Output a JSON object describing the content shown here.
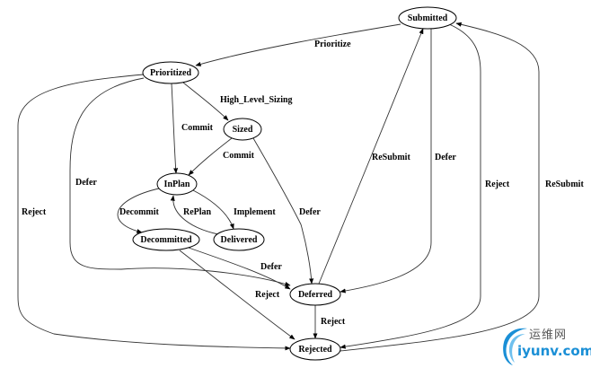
{
  "diagram": {
    "type": "state-transition",
    "nodes": [
      {
        "id": "submitted",
        "label": "Submitted"
      },
      {
        "id": "prioritized",
        "label": "Prioritized"
      },
      {
        "id": "sized",
        "label": "Sized"
      },
      {
        "id": "inplan",
        "label": "InPlan"
      },
      {
        "id": "decommitted",
        "label": "Decommitted"
      },
      {
        "id": "delivered",
        "label": "Delivered"
      },
      {
        "id": "deferred",
        "label": "Deferred"
      },
      {
        "id": "rejected",
        "label": "Rejected"
      }
    ],
    "edges": [
      {
        "id": "e1",
        "from": "submitted",
        "to": "prioritized",
        "label": "Prioritize"
      },
      {
        "id": "e2",
        "from": "prioritized",
        "to": "sized",
        "label": "High_Level_Sizing"
      },
      {
        "id": "e3",
        "from": "prioritized",
        "to": "inplan",
        "label": "Commit"
      },
      {
        "id": "e4",
        "from": "sized",
        "to": "inplan",
        "label": "Commit"
      },
      {
        "id": "e5",
        "from": "prioritized",
        "to": "deferred",
        "label": "Defer"
      },
      {
        "id": "e6",
        "from": "prioritized",
        "to": "rejected",
        "label": "Reject"
      },
      {
        "id": "e7",
        "from": "sized",
        "to": "deferred",
        "label": "Defer"
      },
      {
        "id": "e8",
        "from": "inplan",
        "to": "decommitted",
        "label": "Decommit"
      },
      {
        "id": "e9",
        "from": "delivered",
        "to": "inplan",
        "label": "RePlan"
      },
      {
        "id": "e10",
        "from": "inplan",
        "to": "delivered",
        "label": "Implement"
      },
      {
        "id": "e11",
        "from": "decommitted",
        "to": "deferred",
        "label": "Defer"
      },
      {
        "id": "e12",
        "from": "decommitted",
        "to": "rejected",
        "label": "Reject"
      },
      {
        "id": "e13",
        "from": "deferred",
        "to": "submitted",
        "label": "ReSubmit"
      },
      {
        "id": "e14",
        "from": "submitted",
        "to": "deferred",
        "label": "Defer"
      },
      {
        "id": "e15",
        "from": "submitted",
        "to": "rejected",
        "label": "Reject"
      },
      {
        "id": "e16",
        "from": "rejected",
        "to": "submitted",
        "label": "ReSubmit"
      },
      {
        "id": "e17",
        "from": "deferred",
        "to": "rejected",
        "label": "Reject"
      }
    ]
  },
  "watermark": {
    "text_cn": "运维网",
    "text_en": "iyunv.com",
    "color": "#1a8fd6"
  }
}
